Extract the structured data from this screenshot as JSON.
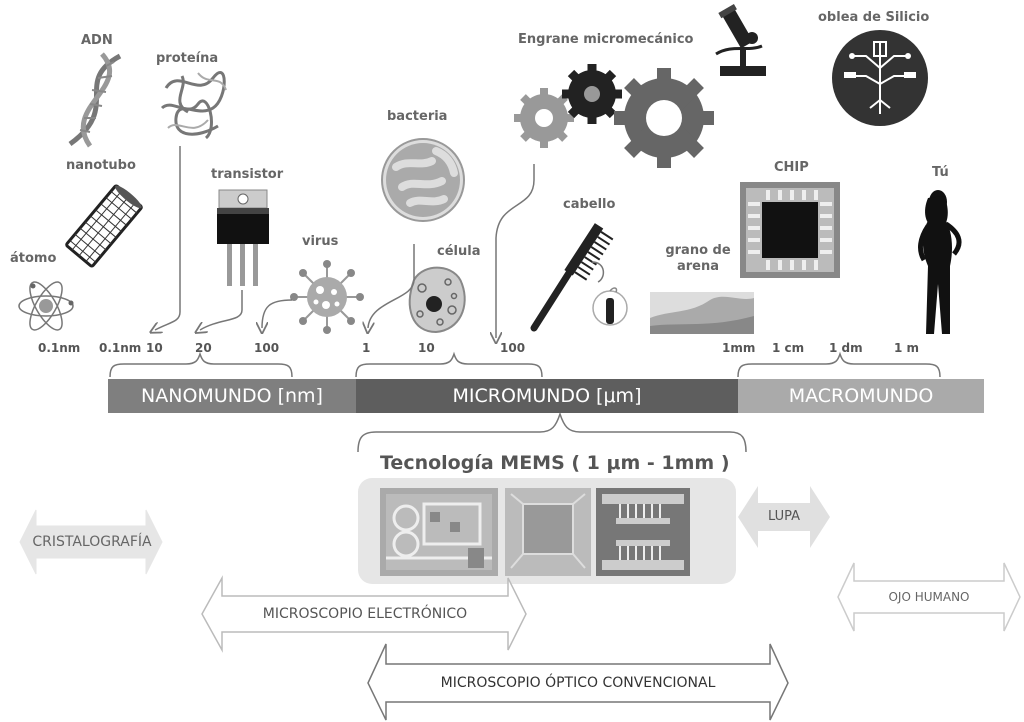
{
  "objects": {
    "atomo": "átomo",
    "nanotubo": "nanotubo",
    "adn": "ADN",
    "proteina": "proteína",
    "transistor": "transistor",
    "virus": "virus",
    "bacteria": "bacteria",
    "celula": "célula",
    "engrane": "Engrane micromecánico",
    "cabello": "cabello",
    "oblea": "oblea de Silicio",
    "chip": "CHIP",
    "grano": "grano de arena",
    "tu": "Tú"
  },
  "scale_ticks": [
    "0.1nm",
    "0.1nm",
    "10",
    "20",
    "100",
    "1",
    "10",
    "100",
    "1mm",
    "1 cm",
    "1 dm",
    "1 m"
  ],
  "bands": {
    "nano": "NANOMUNDO [nm]",
    "micro": "MICROMUNDO [μm]",
    "macro": "MACROMUNDO"
  },
  "mems_title": "Tecnología MEMS ( 1 μm - 1mm )",
  "ranges": {
    "cristalografia": "CRISTALOGRAFÍA",
    "lupa": "LUPA",
    "electronico": "MICROSCOPIO ELECTRÓNICO",
    "ojo": "OJO HUMANO",
    "optico": "MICROSCOPIO ÓPTICO CONVENCIONAL"
  },
  "colors": {
    "nano_band": "#7f7f7f",
    "micro_band": "#5e5e5e",
    "macro_band": "#aaaaaa",
    "mems_panel": "#e6e6e6"
  }
}
